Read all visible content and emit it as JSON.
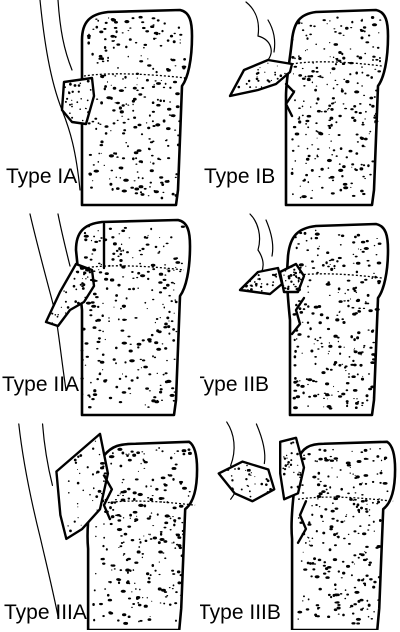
{
  "figure": {
    "panels": [
      {
        "id": "IA",
        "label": "Type IA"
      },
      {
        "id": "IB",
        "label": "Type IB"
      },
      {
        "id": "IIA",
        "label": "Type IIA"
      },
      {
        "id": "IIB",
        "label": "Type IIB"
      },
      {
        "id": "IIIA",
        "label": "Type IIIA"
      },
      {
        "id": "IIIB",
        "label": "Type IIIB"
      }
    ]
  }
}
